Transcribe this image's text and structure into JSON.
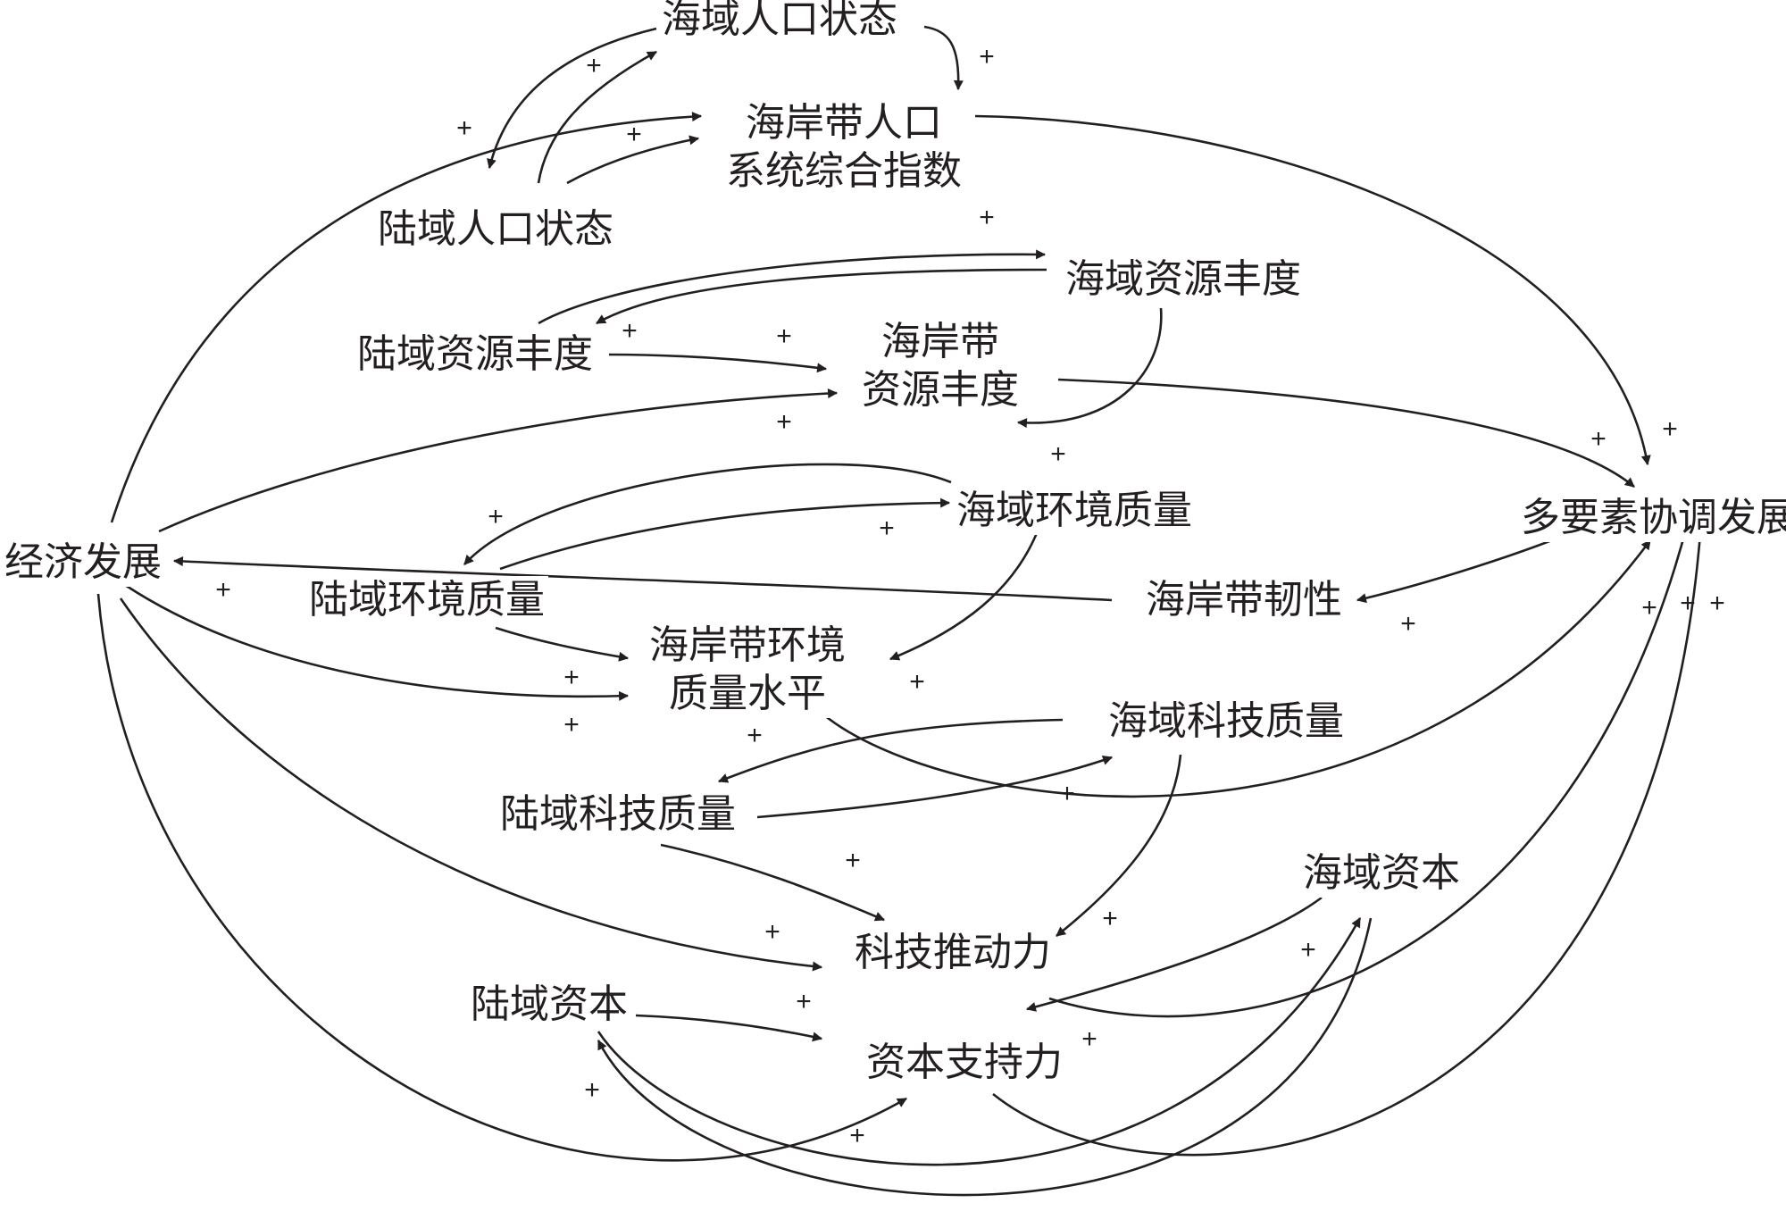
{
  "diagram": {
    "type": "causal-loop",
    "polarity_symbol": "+",
    "nodes": [
      {
        "id": "sea_pop",
        "label": "海域人口状态"
      },
      {
        "id": "coast_pop",
        "label": "海岸带人口\n系统综合指数"
      },
      {
        "id": "land_pop",
        "label": "陆域人口状态"
      },
      {
        "id": "sea_res",
        "label": "海域资源丰度"
      },
      {
        "id": "land_res",
        "label": "陆域资源丰度"
      },
      {
        "id": "coast_res",
        "label": "海岸带\n资源丰度"
      },
      {
        "id": "sea_env",
        "label": "海域环境质量"
      },
      {
        "id": "multi",
        "label": "多要素协调发展"
      },
      {
        "id": "econ",
        "label": "经济发展"
      },
      {
        "id": "land_env",
        "label": "陆域环境质量"
      },
      {
        "id": "resil",
        "label": "海岸带韧性"
      },
      {
        "id": "coast_env",
        "label": "海岸带环境\n质量水平"
      },
      {
        "id": "sea_tech",
        "label": "海域科技质量"
      },
      {
        "id": "land_tech",
        "label": "陆域科技质量"
      },
      {
        "id": "sea_cap",
        "label": "海域资本"
      },
      {
        "id": "tech_drive",
        "label": "科技推动力"
      },
      {
        "id": "land_cap",
        "label": "陆域资本"
      },
      {
        "id": "cap_sup",
        "label": "资本支持力"
      }
    ],
    "links": [
      {
        "from": "sea_pop",
        "to": "coast_pop",
        "sign": "+"
      },
      {
        "from": "sea_pop",
        "to": "land_pop",
        "sign": "+"
      },
      {
        "from": "land_pop",
        "to": "sea_pop",
        "sign": "+"
      },
      {
        "from": "land_pop",
        "to": "coast_pop",
        "sign": "+"
      },
      {
        "from": "econ",
        "to": "coast_pop",
        "sign": "+"
      },
      {
        "from": "coast_pop",
        "to": "multi",
        "sign": "+"
      },
      {
        "from": "land_res",
        "to": "sea_res",
        "sign": "+"
      },
      {
        "from": "sea_res",
        "to": "land_res",
        "sign": "+"
      },
      {
        "from": "land_res",
        "to": "coast_res",
        "sign": "+"
      },
      {
        "from": "sea_res",
        "to": "coast_res",
        "sign": "+"
      },
      {
        "from": "econ",
        "to": "coast_res",
        "sign": "+"
      },
      {
        "from": "coast_res",
        "to": "multi",
        "sign": "+"
      },
      {
        "from": "sea_env",
        "to": "land_env",
        "sign": "+"
      },
      {
        "from": "land_env",
        "to": "sea_env",
        "sign": "+"
      },
      {
        "from": "sea_env",
        "to": "coast_env",
        "sign": "+"
      },
      {
        "from": "land_env",
        "to": "coast_env",
        "sign": "+"
      },
      {
        "from": "econ",
        "to": "coast_env",
        "sign": "+"
      },
      {
        "from": "coast_env",
        "to": "multi",
        "sign": "+"
      },
      {
        "from": "multi",
        "to": "resil",
        "sign": "+"
      },
      {
        "from": "resil",
        "to": "econ",
        "sign": "+"
      },
      {
        "from": "sea_tech",
        "to": "land_tech",
        "sign": "+"
      },
      {
        "from": "land_tech",
        "to": "sea_tech",
        "sign": "+"
      },
      {
        "from": "land_tech",
        "to": "tech_drive",
        "sign": "+"
      },
      {
        "from": "sea_tech",
        "to": "tech_drive",
        "sign": "+"
      },
      {
        "from": "econ",
        "to": "tech_drive",
        "sign": "+"
      },
      {
        "from": "tech_drive",
        "to": "multi",
        "sign": "+"
      },
      {
        "from": "land_cap",
        "to": "cap_sup",
        "sign": "+"
      },
      {
        "from": "sea_cap",
        "to": "cap_sup",
        "sign": "+"
      },
      {
        "from": "econ",
        "to": "cap_sup",
        "sign": "+"
      },
      {
        "from": "cap_sup",
        "to": "multi",
        "sign": "+"
      },
      {
        "from": "land_cap",
        "to": "sea_cap",
        "sign": "+"
      },
      {
        "from": "sea_cap",
        "to": "land_cap",
        "sign": "+"
      }
    ]
  }
}
